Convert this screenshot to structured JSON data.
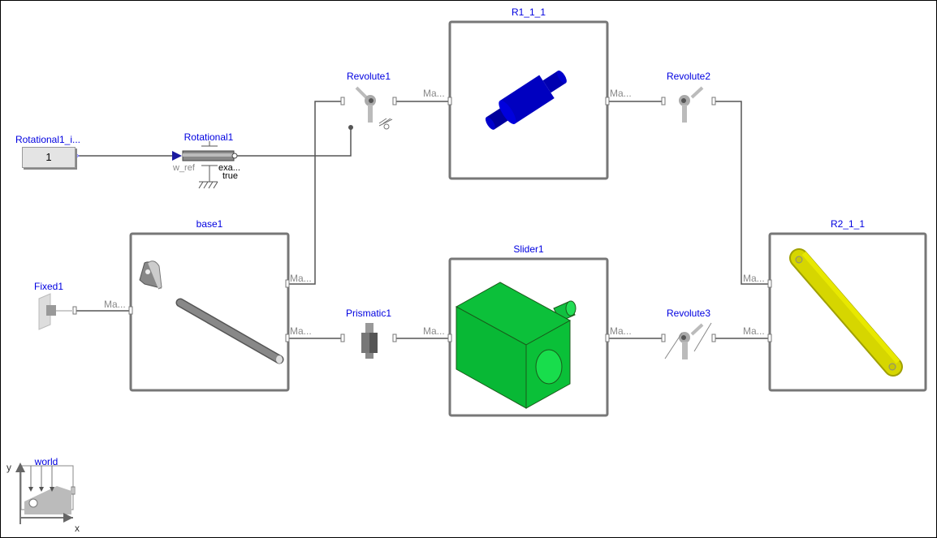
{
  "diagram": {
    "components": {
      "rotational_input": {
        "name": "Rotational1_i...",
        "value": "1"
      },
      "rotational1": {
        "name": "Rotational1",
        "input_label": "w_ref",
        "param_label": "exa...",
        "param_value": "true"
      },
      "revolute1": {
        "name": "Revolute1"
      },
      "revolute2": {
        "name": "Revolute2"
      },
      "revolute3": {
        "name": "Revolute3"
      },
      "prismatic1": {
        "name": "Prismatic1"
      },
      "fixed1": {
        "name": "Fixed1"
      },
      "base1": {
        "name": "base1"
      },
      "r1": {
        "name": "R1_1_1",
        "color": "#0000cc"
      },
      "slider1": {
        "name": "Slider1",
        "color": "#08c030"
      },
      "r2": {
        "name": "R2_1_1",
        "color": "#d4d400"
      },
      "world": {
        "name": "world",
        "axis_x": "x",
        "axis_y": "y"
      }
    },
    "port_label": "Ma..."
  }
}
